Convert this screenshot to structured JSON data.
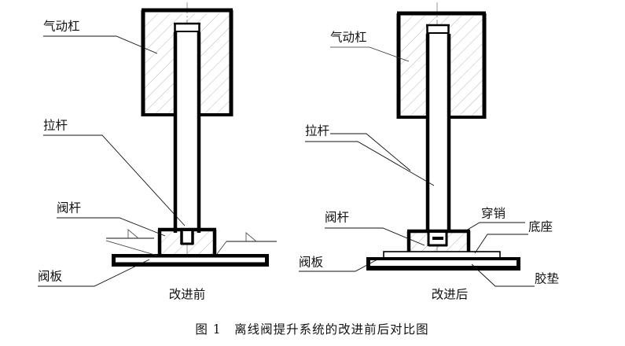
{
  "figure": {
    "caption": "图 1　离线阀提升系统的改进前后对比图",
    "caption_number": "图 1",
    "caption_title": "离线阀提升系统的改进前后对比图"
  },
  "diagrams": [
    {
      "id": "before",
      "sub_caption": "改进前",
      "labels": [
        {
          "id": "cylinder",
          "text": "气动杠"
        },
        {
          "id": "pull-rod",
          "text": "拉杆"
        },
        {
          "id": "valve-stem",
          "text": "阀杆"
        },
        {
          "id": "valve-plate",
          "text": "阀板"
        }
      ]
    },
    {
      "id": "after",
      "sub_caption": "改进后",
      "labels": [
        {
          "id": "cylinder",
          "text": "气动杠"
        },
        {
          "id": "pull-rod",
          "text": "拉杆"
        },
        {
          "id": "valve-stem",
          "text": "阀杆"
        },
        {
          "id": "through-pin",
          "text": "穿销"
        },
        {
          "id": "base",
          "text": "底座"
        },
        {
          "id": "valve-plate",
          "text": "阀板"
        },
        {
          "id": "rubber-pad",
          "text": "胶垫"
        }
      ]
    }
  ],
  "colors": {
    "line": "#000000",
    "hatch": "#9b9b9b",
    "centerline": "#8a8a8a",
    "background": "#ffffff",
    "text": "#111111"
  }
}
